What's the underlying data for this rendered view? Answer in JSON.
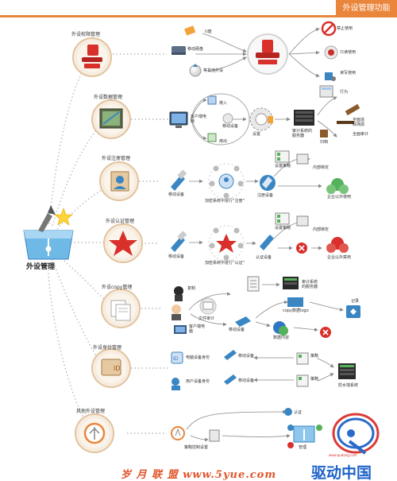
{
  "header": {
    "title": "外设管理功能"
  },
  "center": {
    "label": "外设管理"
  },
  "sections": [
    {
      "title": "外设权限管理",
      "labels": [
        "U盘",
        "移动硬盘",
        "等其他外设",
        "禁止使用",
        "只读使用",
        "读写使用"
      ]
    },
    {
      "title": "外设数据管理",
      "labels": [
        "客户端电脑",
        "拷入",
        "拷出",
        "移动设备",
        "设置",
        "行为",
        "审计系统的服务器",
        "全面追踪溯源",
        "归档",
        "全面审计"
      ]
    },
    {
      "title": "外设注册管理",
      "labels": [
        "移动设备",
        "加密系统中进行“注册”",
        "注册设备",
        "设置策略",
        "内部绑定",
        "企业以外使用"
      ]
    },
    {
      "title": "外设认证管理",
      "labels": [
        "移动设备",
        "加密系统中进行“认证”",
        "认证设备",
        "设置策略",
        "内部绑定",
        "企业以外禁用"
      ]
    },
    {
      "title": "外设copy管理",
      "labels": [
        "复制",
        "文件审计",
        "审计系统的服务器",
        "客户端电脑",
        "移动设备",
        "数据内容",
        "copy数据logo",
        "记录"
      ]
    },
    {
      "title": "外设身份管理",
      "labels": [
        "电脑设备身份",
        "移动设备",
        "用户设备身份",
        "移动设备",
        "策略",
        "策略",
        "防水墙系统"
      ]
    },
    {
      "title": "其他外设管理",
      "labels": [
        "策略控制设置",
        "认证",
        "管理"
      ]
    }
  ],
  "watermarks": {
    "left": "岁 月 联 盟   www.5yue.com",
    "right": "驱动中国",
    "right_small": "www.qudong.com"
  },
  "colors": {
    "accent": "#e9863c",
    "circle_fill": "#f6ecdf",
    "circle_stroke": "#e3c39e",
    "dots": "#b9b9b9",
    "arrow": "#888888",
    "red": "#d9302c",
    "blue": "#2f76c8",
    "green": "#55b25a"
  }
}
